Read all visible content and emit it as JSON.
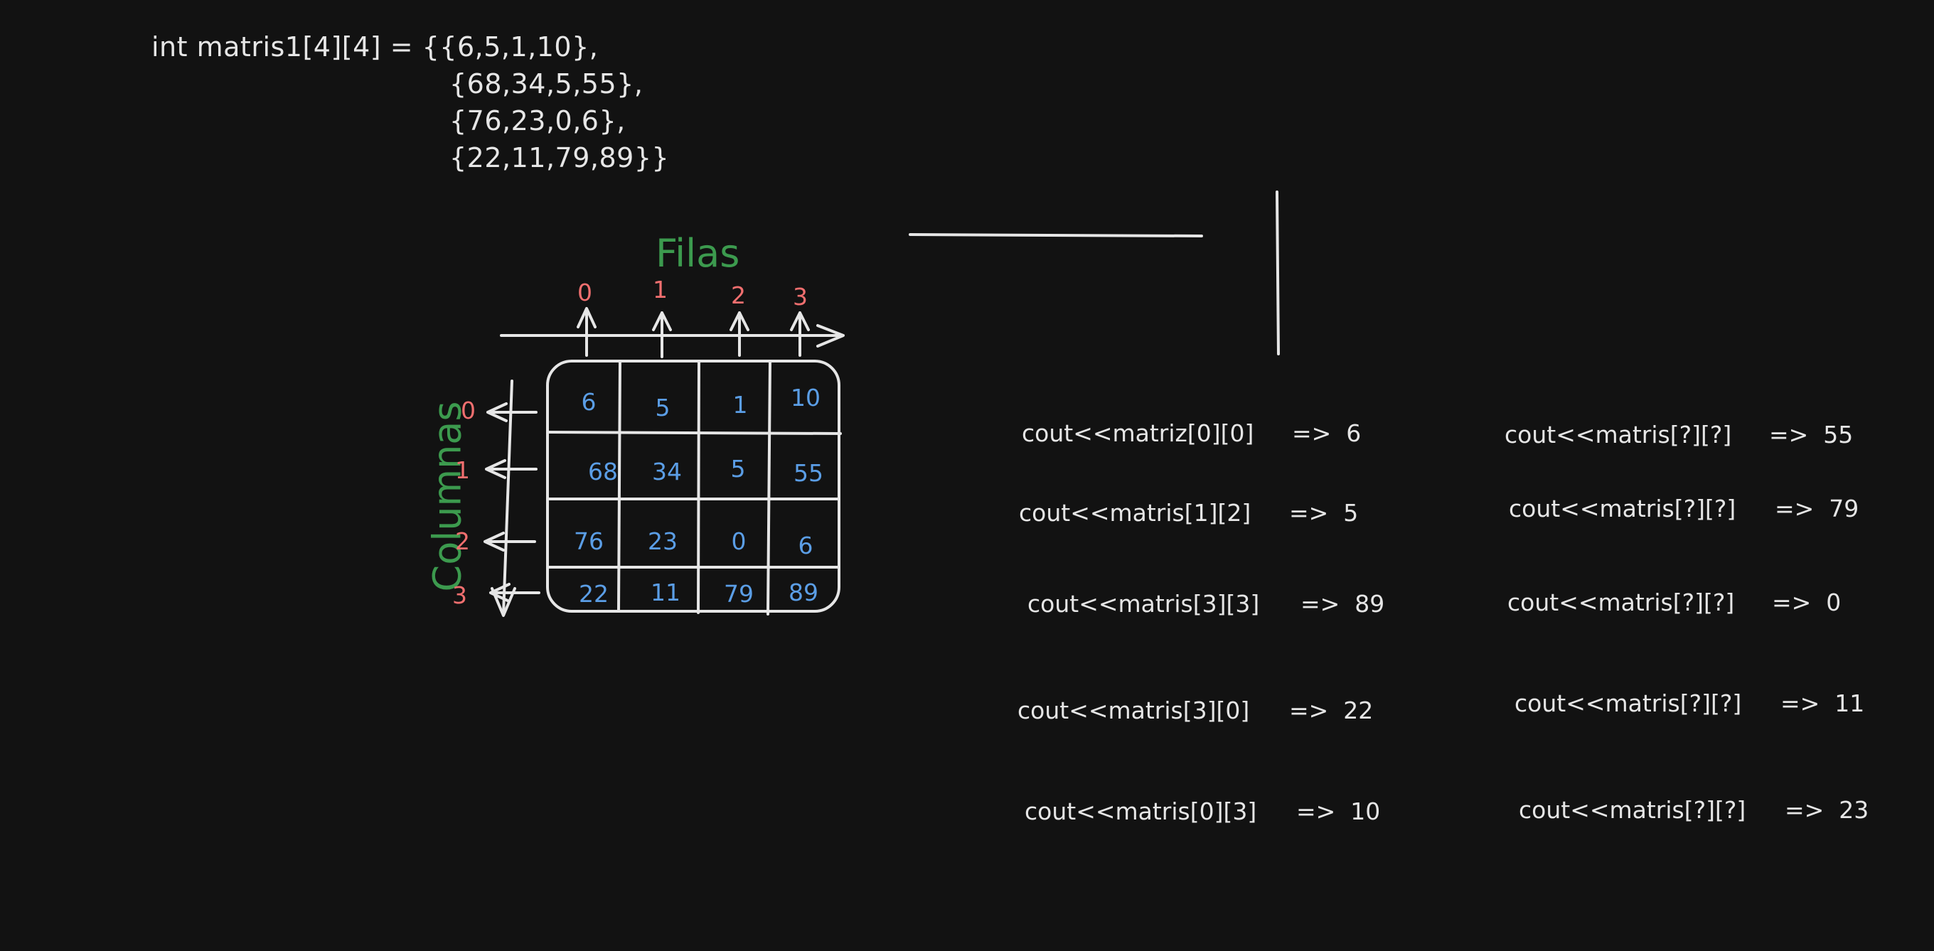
{
  "declaration": {
    "lines": [
      "int matris1[4][4] = {{6,5,1,10},",
      "{68,34,5,55},",
      "{76,23,0,6},",
      "{22,11,79,89}}"
    ]
  },
  "diagram": {
    "rows_title": "Filas",
    "cols_title": "Columnas",
    "top_indices": [
      "0",
      "1",
      "2",
      "3"
    ],
    "left_indices": [
      "0",
      "1",
      "2",
      "3"
    ],
    "cells": [
      [
        "6",
        "5",
        "1",
        "10"
      ],
      [
        "68",
        "34",
        "5",
        "55"
      ],
      [
        "76",
        "23",
        "0",
        "6"
      ],
      [
        "22",
        "11",
        "79",
        "89"
      ]
    ]
  },
  "examples_left": [
    {
      "expr": "cout<<matriz[0][0]",
      "result": "=>  6"
    },
    {
      "expr": "cout<<matris[1][2]",
      "result": "=>  5"
    },
    {
      "expr": "cout<<matris[3][3]",
      "result": "=>  89"
    },
    {
      "expr": "cout<<matris[3][0]",
      "result": "=>  22"
    },
    {
      "expr": "cout<<matris[0][3]",
      "result": "=>  10"
    }
  ],
  "examples_right": [
    {
      "expr": "cout<<matris[?][?]",
      "result": "=>  55"
    },
    {
      "expr": "cout<<matris[?][?]",
      "result": "=>  79"
    },
    {
      "expr": "cout<<matris[?][?]",
      "result": "=>  0"
    },
    {
      "expr": "cout<<matris[?][?]",
      "result": "=>  11"
    },
    {
      "expr": "cout<<matris[?][?]",
      "result": "=>  23"
    }
  ],
  "colors": {
    "background": "#121212",
    "stroke": "#e6e6e6",
    "title": "#3c9a4e",
    "index": "#f16f6f",
    "cell_value": "#5b9ee6"
  }
}
